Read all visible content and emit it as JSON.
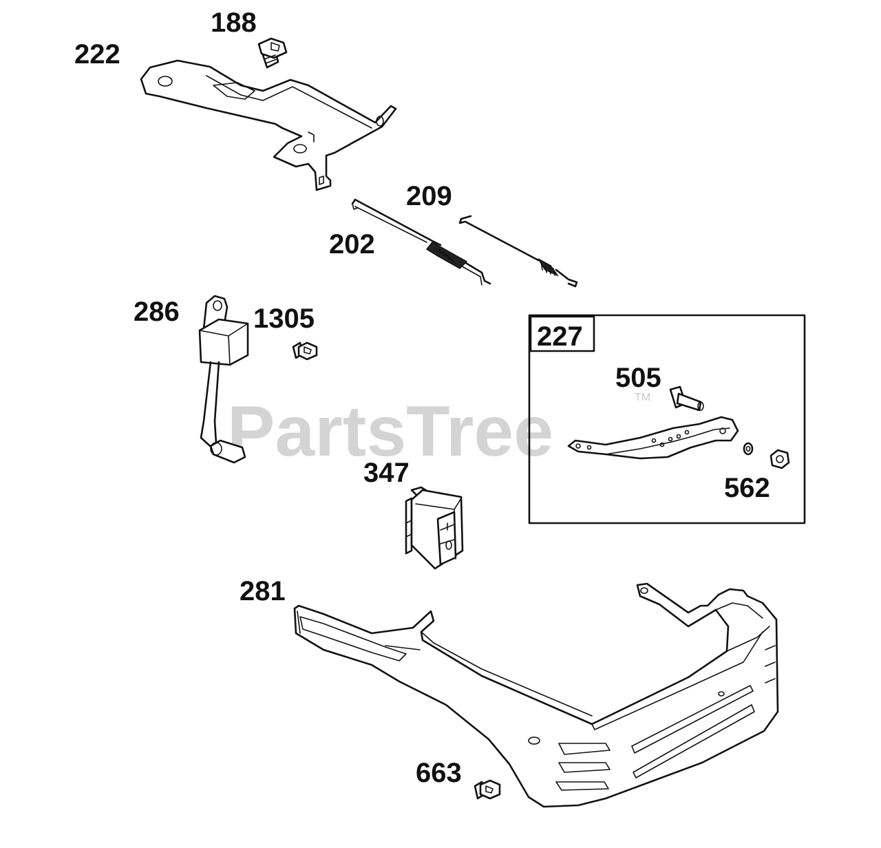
{
  "watermark": {
    "text": "PartsTree",
    "trademark": "TM"
  },
  "callouts": {
    "c188": "188",
    "c222": "222",
    "c209": "209",
    "c202": "202",
    "c286": "286",
    "c1305": "1305",
    "c227": "227",
    "c505": "505",
    "c562": "562",
    "c347": "347",
    "c281": "281",
    "c663": "663"
  }
}
